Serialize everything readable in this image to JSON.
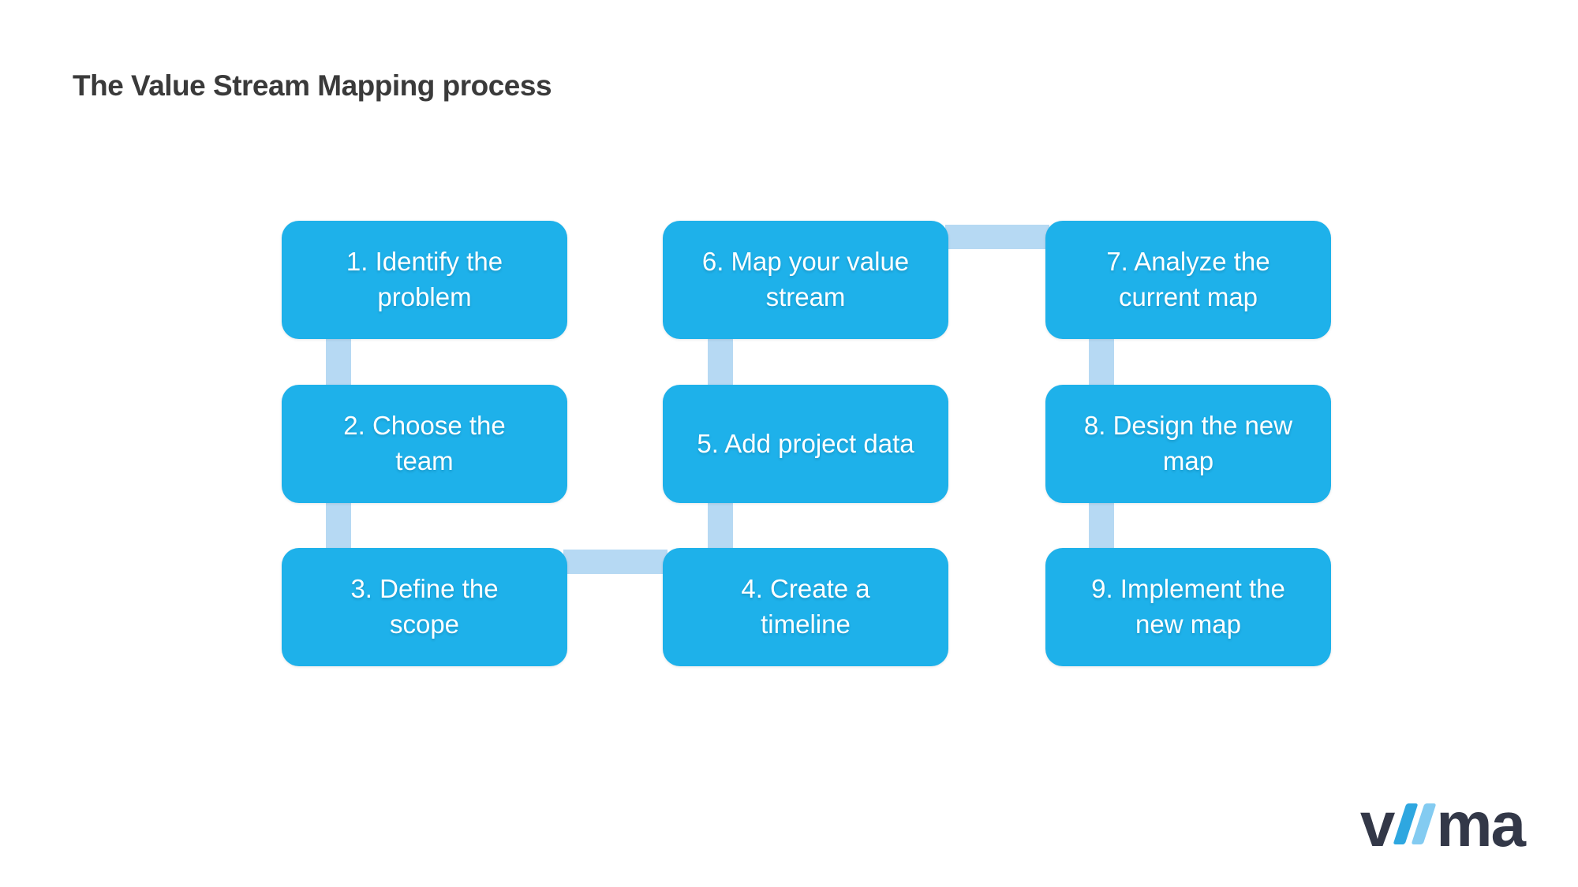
{
  "title": "The Value Stream Mapping process",
  "colors": {
    "background": "#ffffff",
    "box_fill": "#1eb1ea",
    "box_text": "#ffffff",
    "connector": "#b6d9f3",
    "title_text": "#3a3a3a",
    "logo_dark": "#333848",
    "logo_slash_1": "#2ea7e0",
    "logo_slash_2": "#83cbf1"
  },
  "diagram": {
    "boxes": [
      {
        "step": 1,
        "label": "1. Identify the\nproblem",
        "column": 1,
        "row": 1
      },
      {
        "step": 2,
        "label": "2. Choose the\nteam",
        "column": 1,
        "row": 2
      },
      {
        "step": 3,
        "label": "3. Define the\nscope",
        "column": 1,
        "row": 3
      },
      {
        "step": 4,
        "label": "4. Create a\ntimeline",
        "column": 2,
        "row": 3
      },
      {
        "step": 5,
        "label": "5. Add project data",
        "column": 2,
        "row": 2
      },
      {
        "step": 6,
        "label": "6. Map your value\nstream",
        "column": 2,
        "row": 1
      },
      {
        "step": 7,
        "label": "7. Analyze the\ncurrent map",
        "column": 3,
        "row": 1
      },
      {
        "step": 8,
        "label": "8. Design the new\nmap",
        "column": 3,
        "row": 2
      },
      {
        "step": 9,
        "label": "9. Implement the\nnew map",
        "column": 3,
        "row": 3
      }
    ],
    "connectors": [
      {
        "from": 1,
        "to": 2,
        "type": "vertical"
      },
      {
        "from": 2,
        "to": 3,
        "type": "vertical"
      },
      {
        "from": 3,
        "to": 4,
        "type": "horizontal"
      },
      {
        "from": 4,
        "to": 5,
        "type": "vertical"
      },
      {
        "from": 5,
        "to": 6,
        "type": "vertical"
      },
      {
        "from": 6,
        "to": 7,
        "type": "horizontal"
      },
      {
        "from": 7,
        "to": 8,
        "type": "vertical"
      },
      {
        "from": 8,
        "to": 9,
        "type": "vertical"
      }
    ]
  },
  "logo": {
    "text": "viima",
    "prefix": "v",
    "slashes": 2,
    "suffix": "ma"
  }
}
